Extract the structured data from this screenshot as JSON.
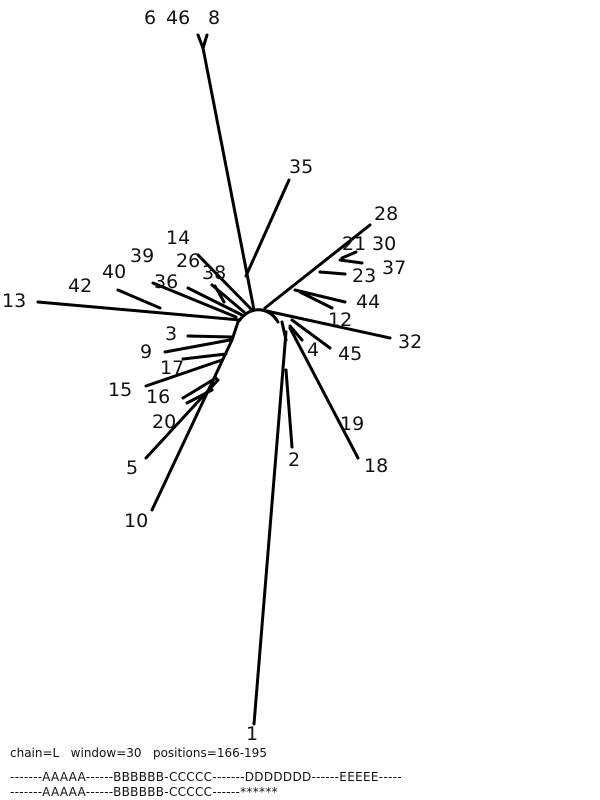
{
  "tree": {
    "leaf_labels": [
      "1",
      "2",
      "3",
      "4",
      "5",
      "6",
      "8",
      "9",
      "10",
      "12",
      "13",
      "14",
      "15",
      "16",
      "17",
      "18",
      "19",
      "20",
      "21",
      "23",
      "26",
      "28",
      "30",
      "32",
      "35",
      "36",
      "37",
      "38",
      "39",
      "40",
      "42",
      "44",
      "45",
      "46"
    ]
  },
  "footer": {
    "info": "chain=L   window=30   positions=166-195",
    "seq1": "-------AAAAA------BBBBBB-CCCCC-------DDDDDDD------EEEEE-----",
    "seq2": "-------AAAAA------BBBBBB-CCCCC------******"
  }
}
